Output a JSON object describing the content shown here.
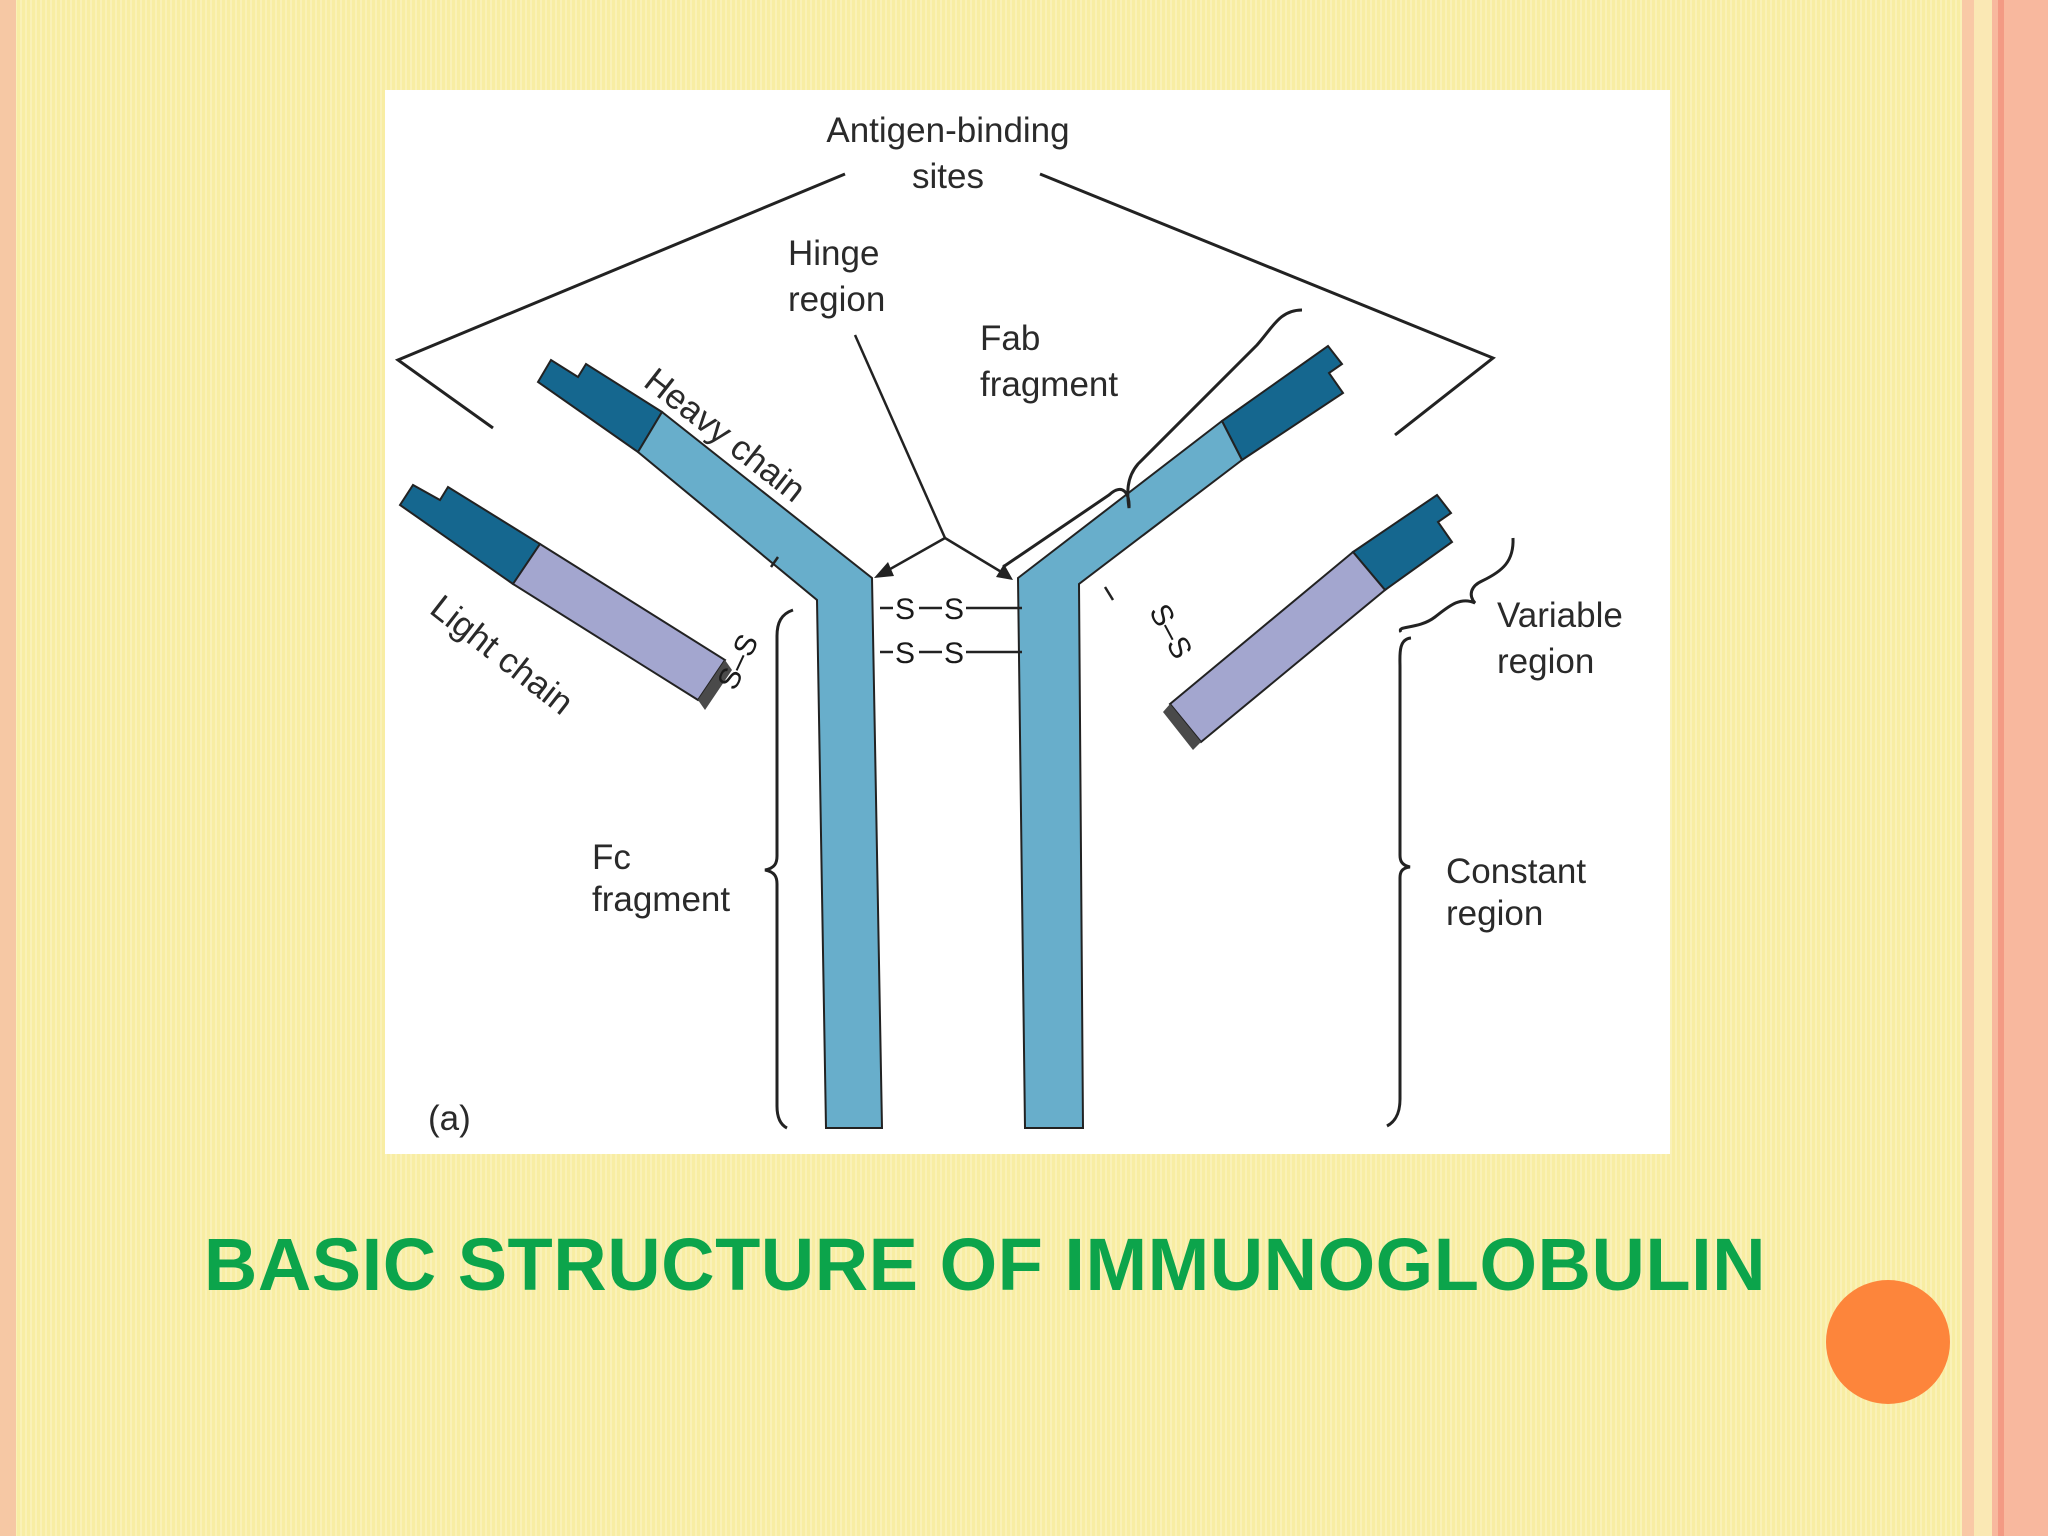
{
  "slide": {
    "title": "BASIC STRUCTURE OF IMMUNOGLOBULIN"
  },
  "diagram": {
    "labels": {
      "antigen_binding_line1": "Antigen-binding",
      "antigen_binding_line2": "sites",
      "hinge_line1": "Hinge",
      "hinge_line2": "region",
      "fab_line1": "Fab",
      "fab_line2": "fragment",
      "heavy_chain": "Heavy chain",
      "light_chain": "Light chain",
      "variable_line1": "Variable",
      "variable_line2": "region",
      "constant_line1": "Constant",
      "constant_line2": "region",
      "fc_line1": "Fc",
      "fc_line2": "fragment",
      "panel": "(a)"
    },
    "disulfide": {
      "s": "S",
      "s_dash_s": "S–S"
    },
    "colors": {
      "heavy_variable": "#15678f",
      "heavy_constant": "#68aecb",
      "light_variable": "#15678f",
      "light_constant": "#a3a6cf",
      "outline": "#222222"
    }
  },
  "decor": {
    "accent_circle_color": "#fd853b",
    "title_color": "#0ca44b"
  }
}
